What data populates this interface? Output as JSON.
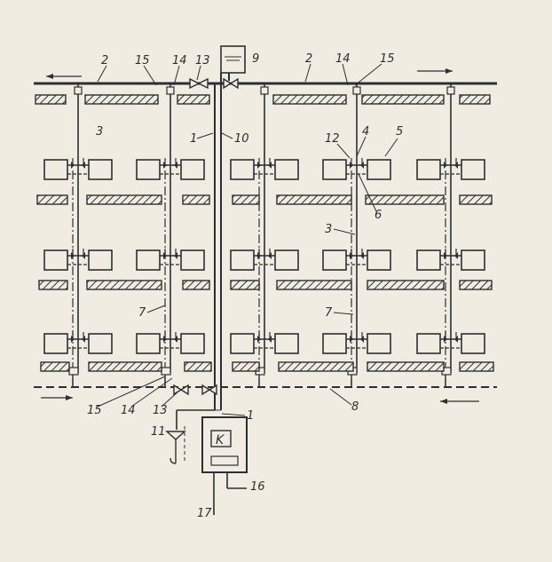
{
  "labels": {
    "n1": "1",
    "n2": "2",
    "n3": "3",
    "n4": "4",
    "n5": "5",
    "n6": "6",
    "n7": "7",
    "n8": "8",
    "n9": "9",
    "n10": "10",
    "n11": "11",
    "n12": "12",
    "n13": "13",
    "n14": "14",
    "n15": "15",
    "n16": "16",
    "n17": "17",
    "boiler": "K"
  },
  "colors": {
    "ink": "#2b2f33",
    "paper": "#f1ece2"
  }
}
